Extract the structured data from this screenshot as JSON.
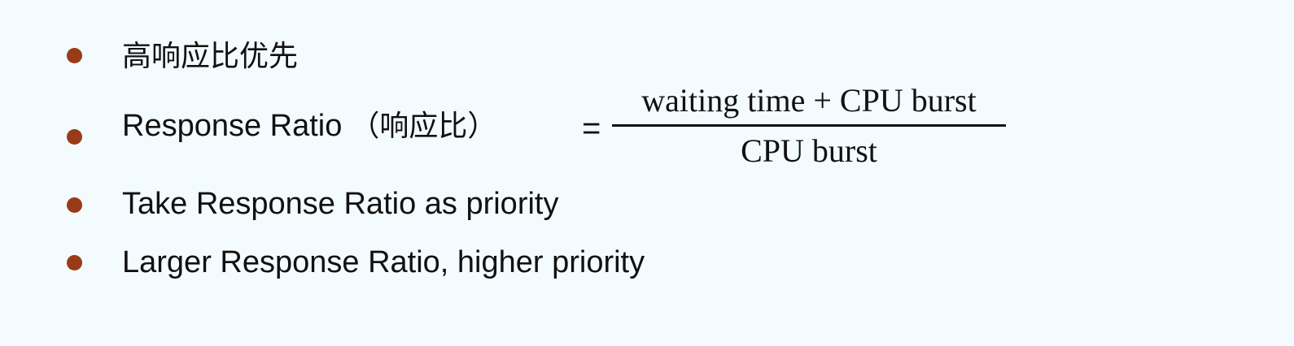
{
  "colors": {
    "background": "#f3fbfe",
    "bullet": "#9a3b17",
    "text": "#111111"
  },
  "bullets": [
    {
      "text": "高响应比优先"
    },
    {
      "label": "Response Ratio",
      "label_cn": "（响应比）",
      "equals": "="
    },
    {
      "text": "Take Response Ratio as priority"
    },
    {
      "text": "Larger Response Ratio, higher priority"
    }
  ],
  "formula": {
    "numerator": "waiting time + CPU burst",
    "denominator": "CPU burst"
  }
}
